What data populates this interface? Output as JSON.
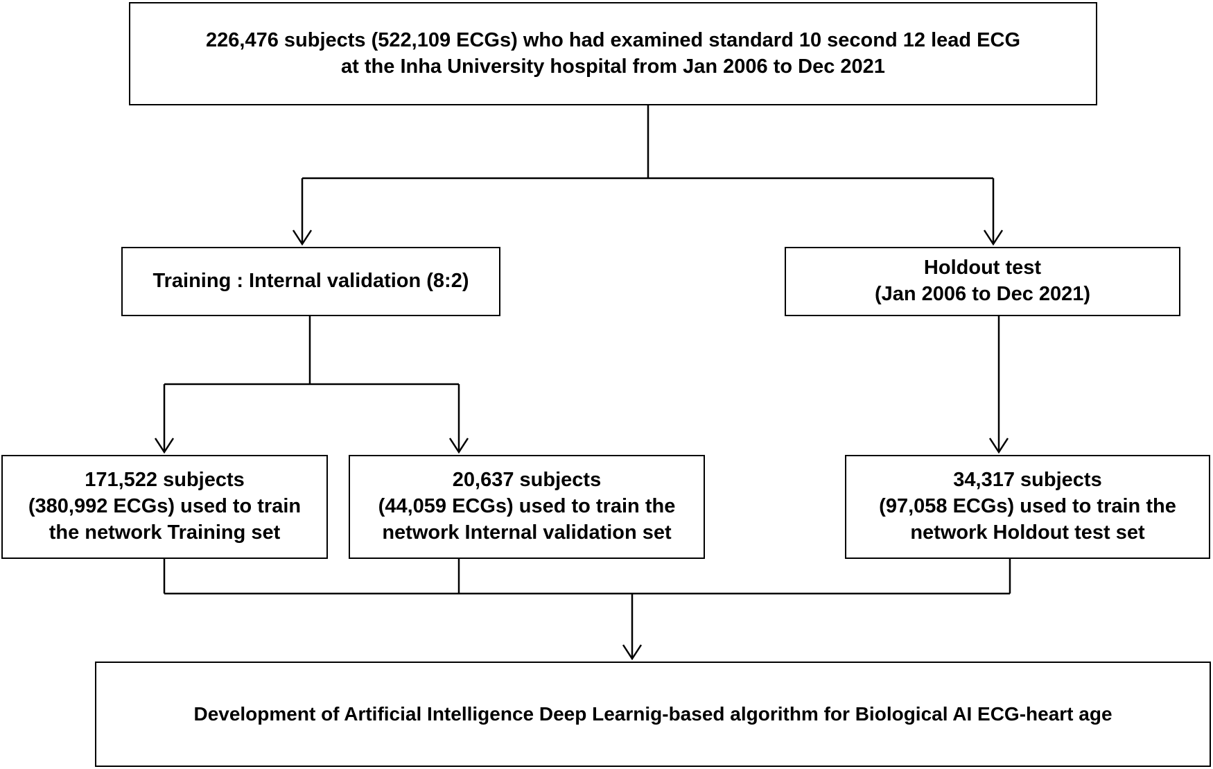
{
  "flowchart": {
    "source": {
      "line1": "226,476 subjects (522,109 ECGs) who had examined standard 10 second 12 lead ECG",
      "line2": "at the Inha University hospital from Jan 2006 to Dec 2021"
    },
    "split_training": {
      "label": "Training : Internal validation (8:2)"
    },
    "split_holdout": {
      "line1": "Holdout test",
      "line2": "(Jan 2006 to Dec 2021)"
    },
    "training_set": {
      "line1": "171,522 subjects",
      "line2": "(380,992 ECGs) used to train",
      "line3": "the network Training set"
    },
    "validation_set": {
      "line1": "20,637 subjects",
      "line2": "(44,059 ECGs) used to train the",
      "line3": "network Internal validation set"
    },
    "holdout_set": {
      "line1": "34,317 subjects",
      "line2": "(97,058 ECGs) used to train the",
      "line3": "network Holdout test set"
    },
    "outcome": {
      "label": "Development of Artificial Intelligence Deep Learnig-based algorithm for Biological AI ECG-heart age"
    }
  }
}
